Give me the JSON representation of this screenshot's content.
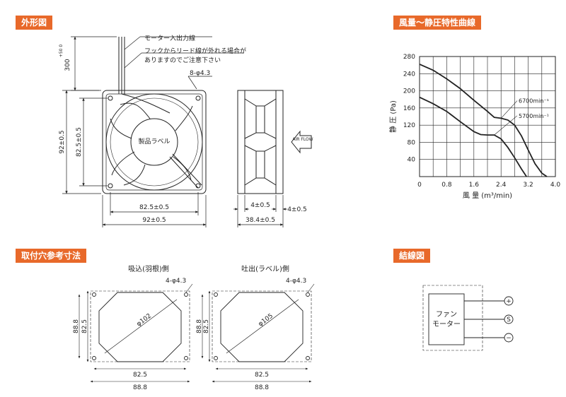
{
  "headers": {
    "outline": "外形図",
    "pq_curve": "風量～静圧特性曲線",
    "mounting": "取付穴参考寸法",
    "wiring": "結線図"
  },
  "outline": {
    "lead_label": "モーター入出力線",
    "note_line1": "フックからリード線が外れる場合が",
    "note_line2": "ありますのでご注意下さい",
    "holes": "8-φ4.3",
    "lead_length": "300",
    "lead_tol": "+50 0",
    "product_label": "製品ラベル",
    "dim_height_outer": "92±0.5",
    "dim_height_pitch": "82.5±0.5",
    "dim_width_pitch": "82.5±0.5",
    "dim_width_outer": "92±0.5",
    "dim_flange_a": "4±0.5",
    "dim_flange_b": "4±0.5",
    "dim_depth": "38.4±0.5",
    "airflow_label": "AIR FLOW"
  },
  "mounting": {
    "intake": {
      "title": "吸込(羽根)側",
      "holes": "4-φ4.3",
      "diameter": "φ102",
      "pitch": "82.5",
      "outer": "88.8"
    },
    "exhaust": {
      "title": "吐出(ラベル)側",
      "holes": "4-φ4.3",
      "diameter": "φ105",
      "pitch": "82.5",
      "outer": "88.8"
    }
  },
  "wiring": {
    "motor_line1": "ファン",
    "motor_line2": "モーター",
    "terminals": [
      "+",
      "S",
      "−"
    ]
  },
  "chart_data": {
    "type": "line",
    "title": "",
    "xlabel": "風 量 (m³/min)",
    "ylabel": "静 圧 (Pa)",
    "xlim": [
      0,
      4.0
    ],
    "ylim": [
      0,
      280
    ],
    "x_ticks": [
      "0",
      "0.8",
      "1.6",
      "2.4",
      "3.2",
      "4.0"
    ],
    "y_ticks": [
      "40",
      "80",
      "120",
      "160",
      "200",
      "240",
      "280"
    ],
    "grid": true,
    "series": [
      {
        "name": "6700min⁻¹",
        "points": [
          [
            0,
            262
          ],
          [
            0.4,
            248
          ],
          [
            0.8,
            228
          ],
          [
            1.2,
            205
          ],
          [
            1.6,
            178
          ],
          [
            2.0,
            152
          ],
          [
            2.2,
            138
          ],
          [
            2.4,
            136
          ],
          [
            2.6,
            132
          ],
          [
            2.8,
            120
          ],
          [
            3.0,
            95
          ],
          [
            3.2,
            62
          ],
          [
            3.4,
            30
          ],
          [
            3.6,
            8
          ],
          [
            3.75,
            0
          ]
        ]
      },
      {
        "name": "5700min⁻¹",
        "points": [
          [
            0,
            185
          ],
          [
            0.4,
            170
          ],
          [
            0.8,
            152
          ],
          [
            1.2,
            128
          ],
          [
            1.6,
            105
          ],
          [
            1.8,
            98
          ],
          [
            2.0,
            97
          ],
          [
            2.2,
            97
          ],
          [
            2.4,
            88
          ],
          [
            2.6,
            68
          ],
          [
            2.8,
            44
          ],
          [
            3.0,
            18
          ],
          [
            3.15,
            0
          ]
        ]
      }
    ]
  }
}
